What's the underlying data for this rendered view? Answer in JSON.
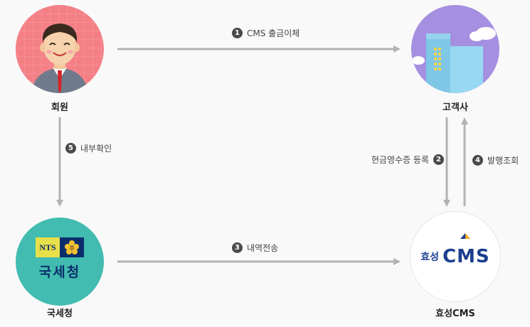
{
  "nodes": {
    "member": {
      "label": "회원"
    },
    "client": {
      "label": "고객사"
    },
    "nts": {
      "label": "국세청",
      "logo_text": "NTS",
      "logo_title": "국세청"
    },
    "hyosung": {
      "label": "효성CMS",
      "logo_prefix": "효성",
      "logo_main": "CMS"
    }
  },
  "edges": [
    {
      "num": "1",
      "label": "CMS 출금이체"
    },
    {
      "num": "2",
      "label": "현금영수증 등록"
    },
    {
      "num": "3",
      "label": "내역전송"
    },
    {
      "num": "4",
      "label": "발행조회"
    },
    {
      "num": "5",
      "label": "내부확인"
    }
  ],
  "colors": {
    "member_bg": "#f47f85",
    "client_bg": "#a58fe0",
    "nts_bg": "#42bcb0",
    "hyosung_bg": "#ffffff",
    "arrow": "#b3b3b3",
    "number_badge": "#4a4a4a"
  }
}
